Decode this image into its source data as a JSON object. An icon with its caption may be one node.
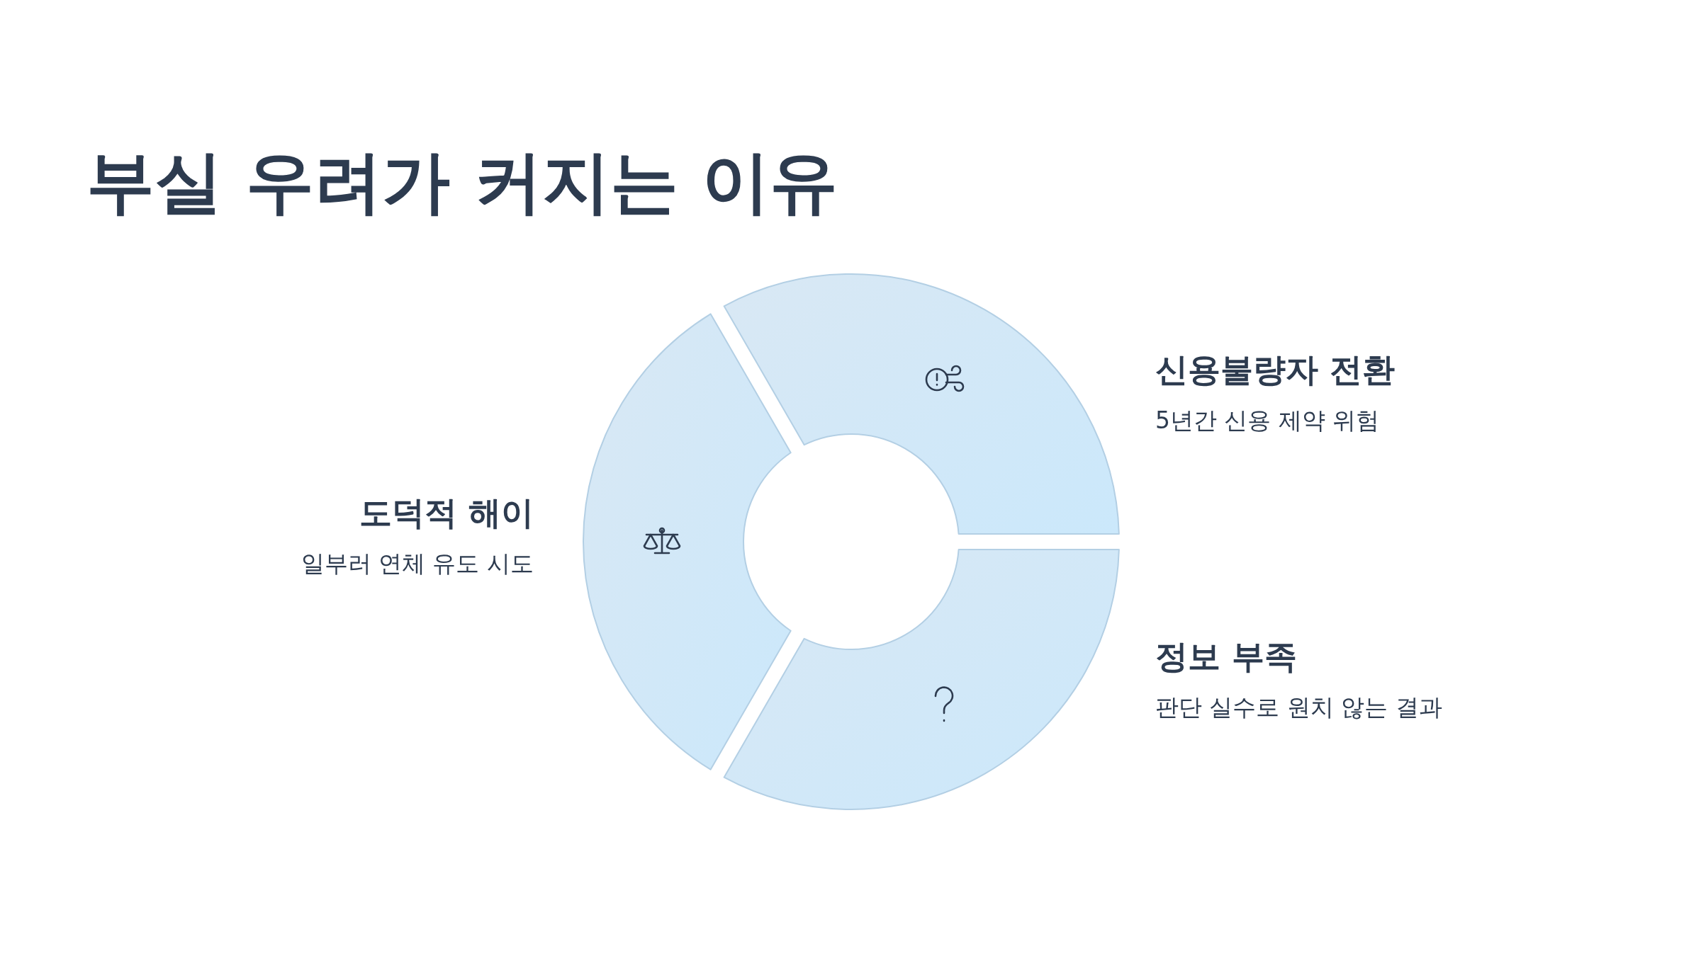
{
  "diagram": {
    "title": "부실 우려가 커지는 이유",
    "nodes": [
      {
        "text": [
          "신용불량자 전환",
          "5년간 신용 제약 위험"
        ]
      },
      {
        "text": [
          "도덕적 해이",
          "일부러 연체 유도 시도"
        ]
      },
      {
        "text": [
          "정보 부족",
          "판단 실수로 원치 않는 결과"
        ]
      }
    ],
    "edges": []
  }
}
